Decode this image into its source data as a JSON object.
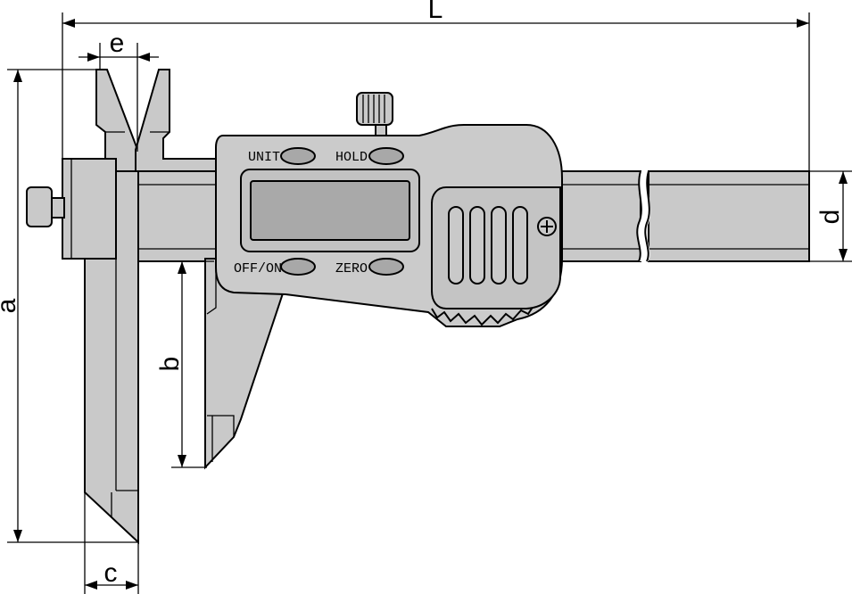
{
  "colors": {
    "body": "#c9c9c9",
    "body_light": "#d4d4d4",
    "display": "#a9a9a9",
    "button": "#a8a8a8",
    "line": "#000000",
    "background": "#ffffff"
  },
  "buttons": {
    "unit": "UNIT",
    "hold": "HOLD",
    "off_on": "OFF/ON",
    "zero": "ZERO"
  },
  "dimensions": {
    "L": "L",
    "a": "a",
    "b": "b",
    "c": "c",
    "d": "d",
    "e": "e"
  },
  "icons": {
    "screw": "plus-screw-icon"
  }
}
